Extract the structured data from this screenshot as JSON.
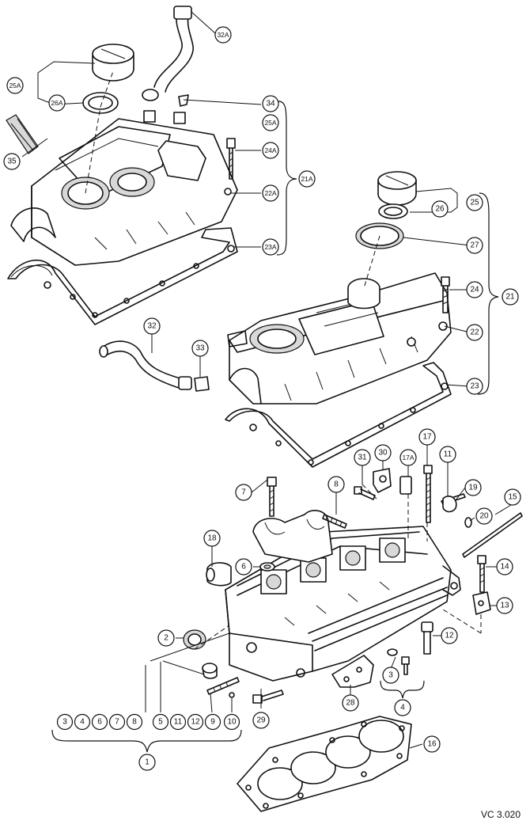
{
  "reference_code": "VC 3.020",
  "callouts": {
    "c32A": "32A",
    "c25A": "25A",
    "c26A": "26A",
    "c34": "34",
    "c25A_b": "25A",
    "c35": "35",
    "c24A": "24A",
    "c21A": "21A",
    "c22A": "22A",
    "c23A": "23A",
    "c25": "25",
    "c26": "26",
    "c27": "27",
    "c24": "24",
    "c21": "21",
    "c22": "22",
    "c23": "23",
    "c32": "32",
    "c33": "33",
    "c31": "31",
    "c30": "30",
    "c17A": "17A",
    "c17": "17",
    "c11": "11",
    "c19": "19",
    "c15": "15",
    "c20": "20",
    "c7": "7",
    "c8": "8",
    "c18": "18",
    "c6": "6",
    "c14": "14",
    "c13": "13",
    "c2": "2",
    "c12": "12",
    "c3": "3",
    "c4": "4",
    "c28": "28",
    "c29": "29",
    "c16": "16",
    "g1_3": "3",
    "g1_4": "4",
    "g1_6": "6",
    "g1_7": "7",
    "g1_8": "8",
    "g1_5": "5",
    "g1_11": "11",
    "g1_12": "12",
    "g1_9": "9",
    "g1_10": "10",
    "c1": "1"
  }
}
